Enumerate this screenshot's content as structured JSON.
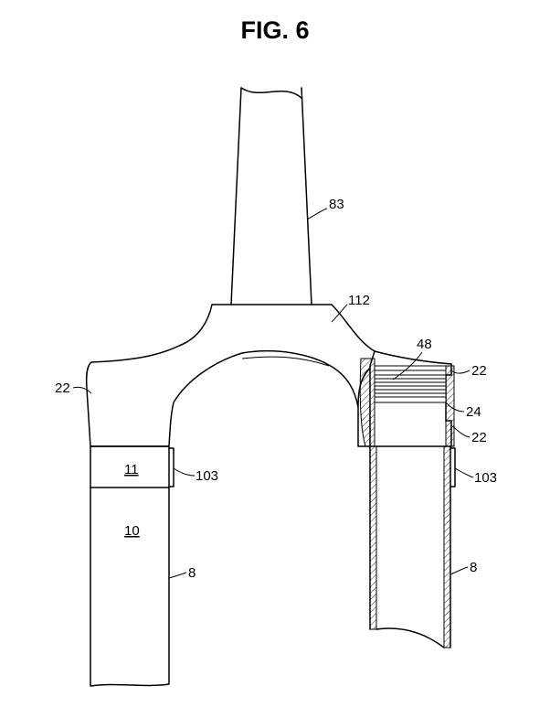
{
  "figure": {
    "title": "FIG. 6"
  },
  "labels": {
    "steerer": "83",
    "crown": "112",
    "crown_left": "22",
    "threads": "48",
    "crown_right_top": "22",
    "insert": "24",
    "crown_right_bottom": "22",
    "insert_part": "11",
    "stanchion_body": "10",
    "collar_left": "103",
    "collar_right": "103",
    "tube_left": "8",
    "tube_right": "8"
  }
}
